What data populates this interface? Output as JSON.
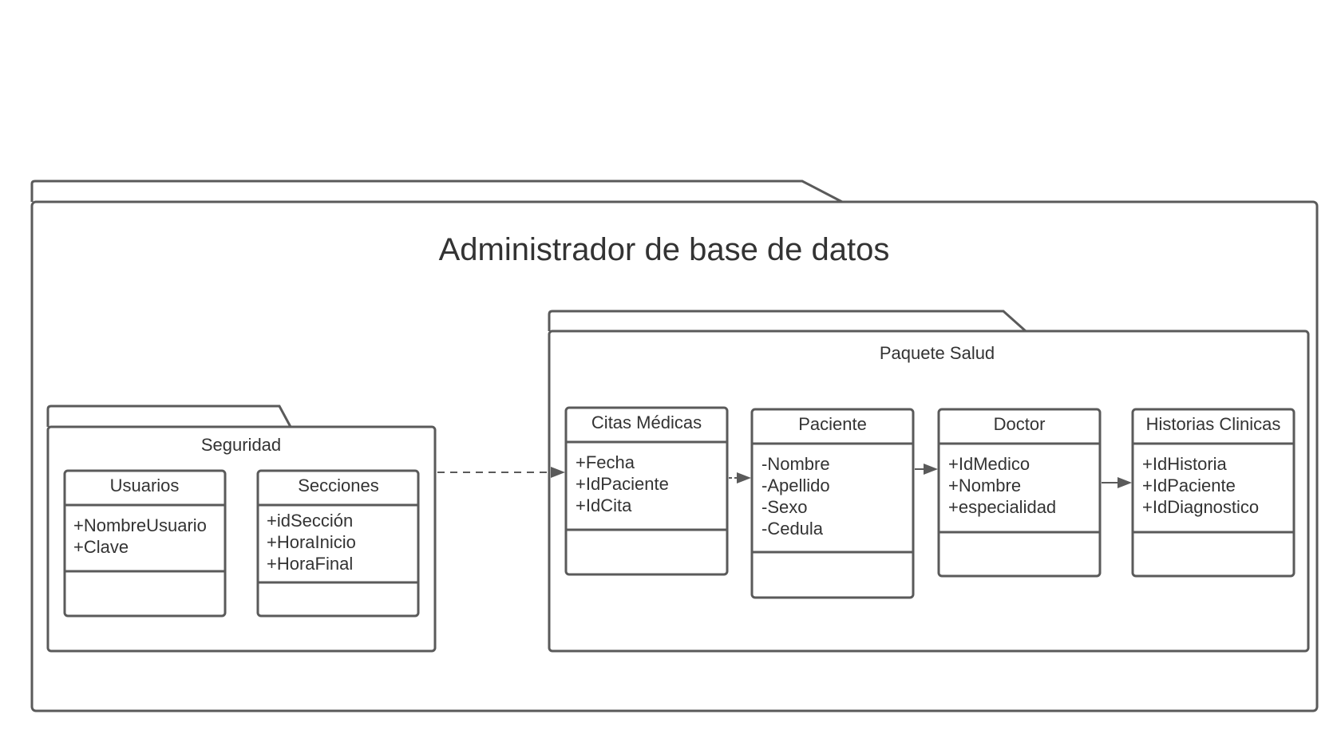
{
  "title": "Administrador de base de datos",
  "packages": {
    "seguridad": {
      "label": "Seguridad",
      "classes": {
        "usuarios": {
          "name": "Usuarios",
          "attributes": [
            "+NombreUsuario",
            "+Clave"
          ]
        },
        "secciones": {
          "name": "Secciones",
          "attributes": [
            "+idSección",
            "+HoraInicio",
            "+HoraFinal"
          ]
        }
      }
    },
    "salud": {
      "label": "Paquete Salud",
      "classes": {
        "citas": {
          "name": "Citas Médicas",
          "attributes": [
            "+Fecha",
            "+IdPaciente",
            "+IdCita"
          ]
        },
        "paciente": {
          "name": "Paciente",
          "attributes": [
            "-Nombre",
            "-Apellido",
            "-Sexo",
            "-Cedula"
          ]
        },
        "doctor": {
          "name": "Doctor",
          "attributes": [
            "+IdMedico",
            "+Nombre",
            "+especialidad"
          ]
        },
        "historias": {
          "name": "Historias Clinicas",
          "attributes": [
            "+IdHistoria",
            "+IdPaciente",
            "+IdDiagnostico"
          ]
        }
      }
    }
  },
  "colors": {
    "stroke": "#5a5a5a",
    "text": "#333333"
  }
}
